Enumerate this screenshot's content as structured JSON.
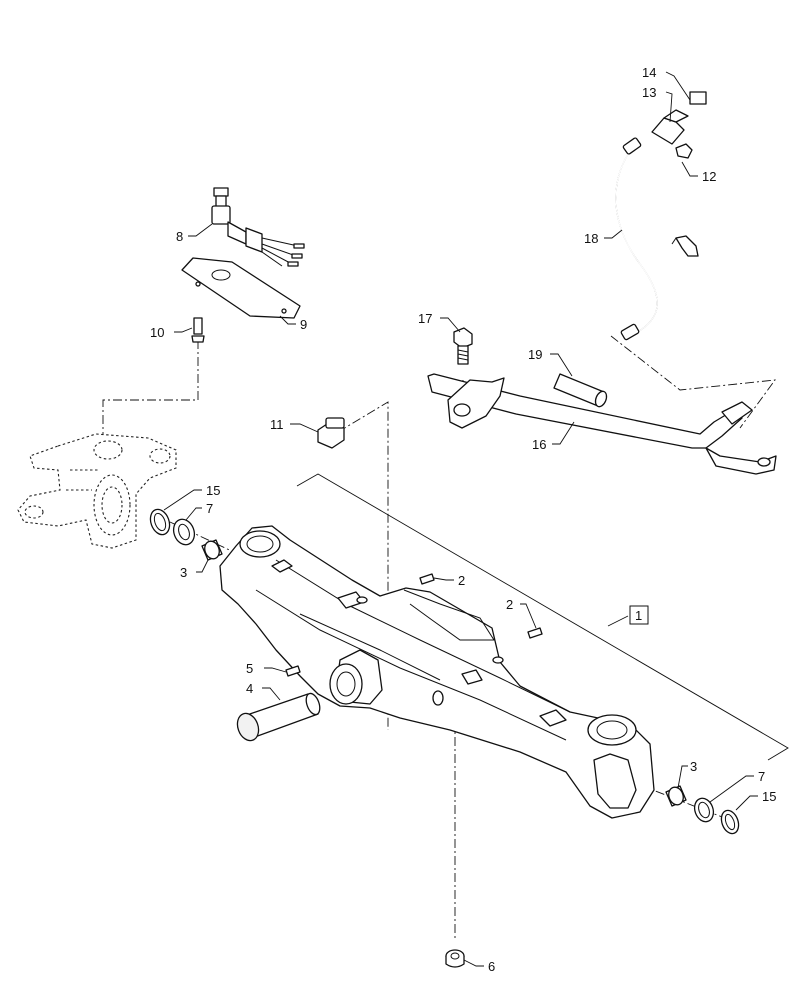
{
  "callouts": {
    "c14": "14",
    "c13": "13",
    "c12": "12",
    "c18": "18",
    "c8": "8",
    "c10": "10",
    "c9": "9",
    "c17": "17",
    "c19": "19",
    "c11": "11",
    "c16": "16",
    "c15a": "15",
    "c7a": "7",
    "c3a": "3",
    "c2a": "2",
    "c2b": "2",
    "c1": "1",
    "c5": "5",
    "c4": "4",
    "c3b": "3",
    "c7b": "7",
    "c15b": "15",
    "c6": "6"
  }
}
